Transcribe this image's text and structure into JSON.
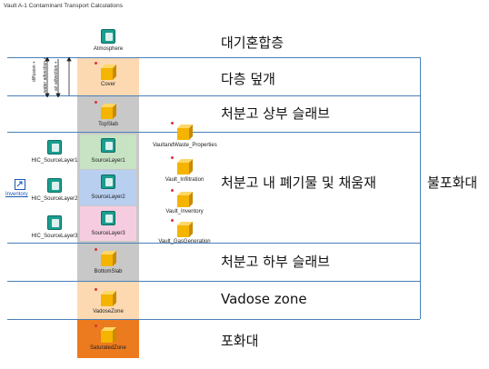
{
  "title": "Vault A-1 Contaminant Transport Calculations",
  "zones": {
    "atmosphere": "대기혼합층",
    "cover": "다층 덮개",
    "top_slab": "처분고 상부 슬래브",
    "waste": "처분고 내 폐기물 및 채움재",
    "bottom_slab": "처분고 하부 슬래브",
    "vadose": "Vadose zone",
    "saturated": "포화대",
    "unsaturated_group": "불포화대"
  },
  "elements": {
    "atmosphere": "Atmosphere",
    "cover": "Cover",
    "top_slab": "TopSlab",
    "source1": "SourceLayer1",
    "source2": "SourceLayer2",
    "source3": "SourceLayer3",
    "hic1": "HIC_SourceLayer1",
    "hic2": "HIC_SourceLayer2",
    "hic3": "HIC_SourceLayer3",
    "bottom_slab": "BottomSlab",
    "vadose": "VadoseZone",
    "saturated": "SaturatedZone",
    "inventory": "Inventory",
    "props": "VaultandWaste_Properties",
    "infiltration": "Vault_Infiltration",
    "vault_inventory": "Vault_Inventory",
    "gas": "Vault_GasGeneration"
  },
  "arrows": {
    "diffusion": "diffusion +",
    "water_adv": "water advection +",
    "air_adv": "air advection +"
  },
  "colors": {
    "cover": "#fdd9b2",
    "slab": "#c8c8c8",
    "src1": "#c8e2c4",
    "src2": "#b8cff0",
    "src3": "#f6cde0",
    "vadose": "#fdd9b2",
    "saturated": "#ec7a1f",
    "line": "#4a7fb8",
    "cube": "#f4b400",
    "teal": "#1a9e8f"
  },
  "icons": {
    "cube": "yellow-cube-icon",
    "container": "teal-container-icon"
  }
}
